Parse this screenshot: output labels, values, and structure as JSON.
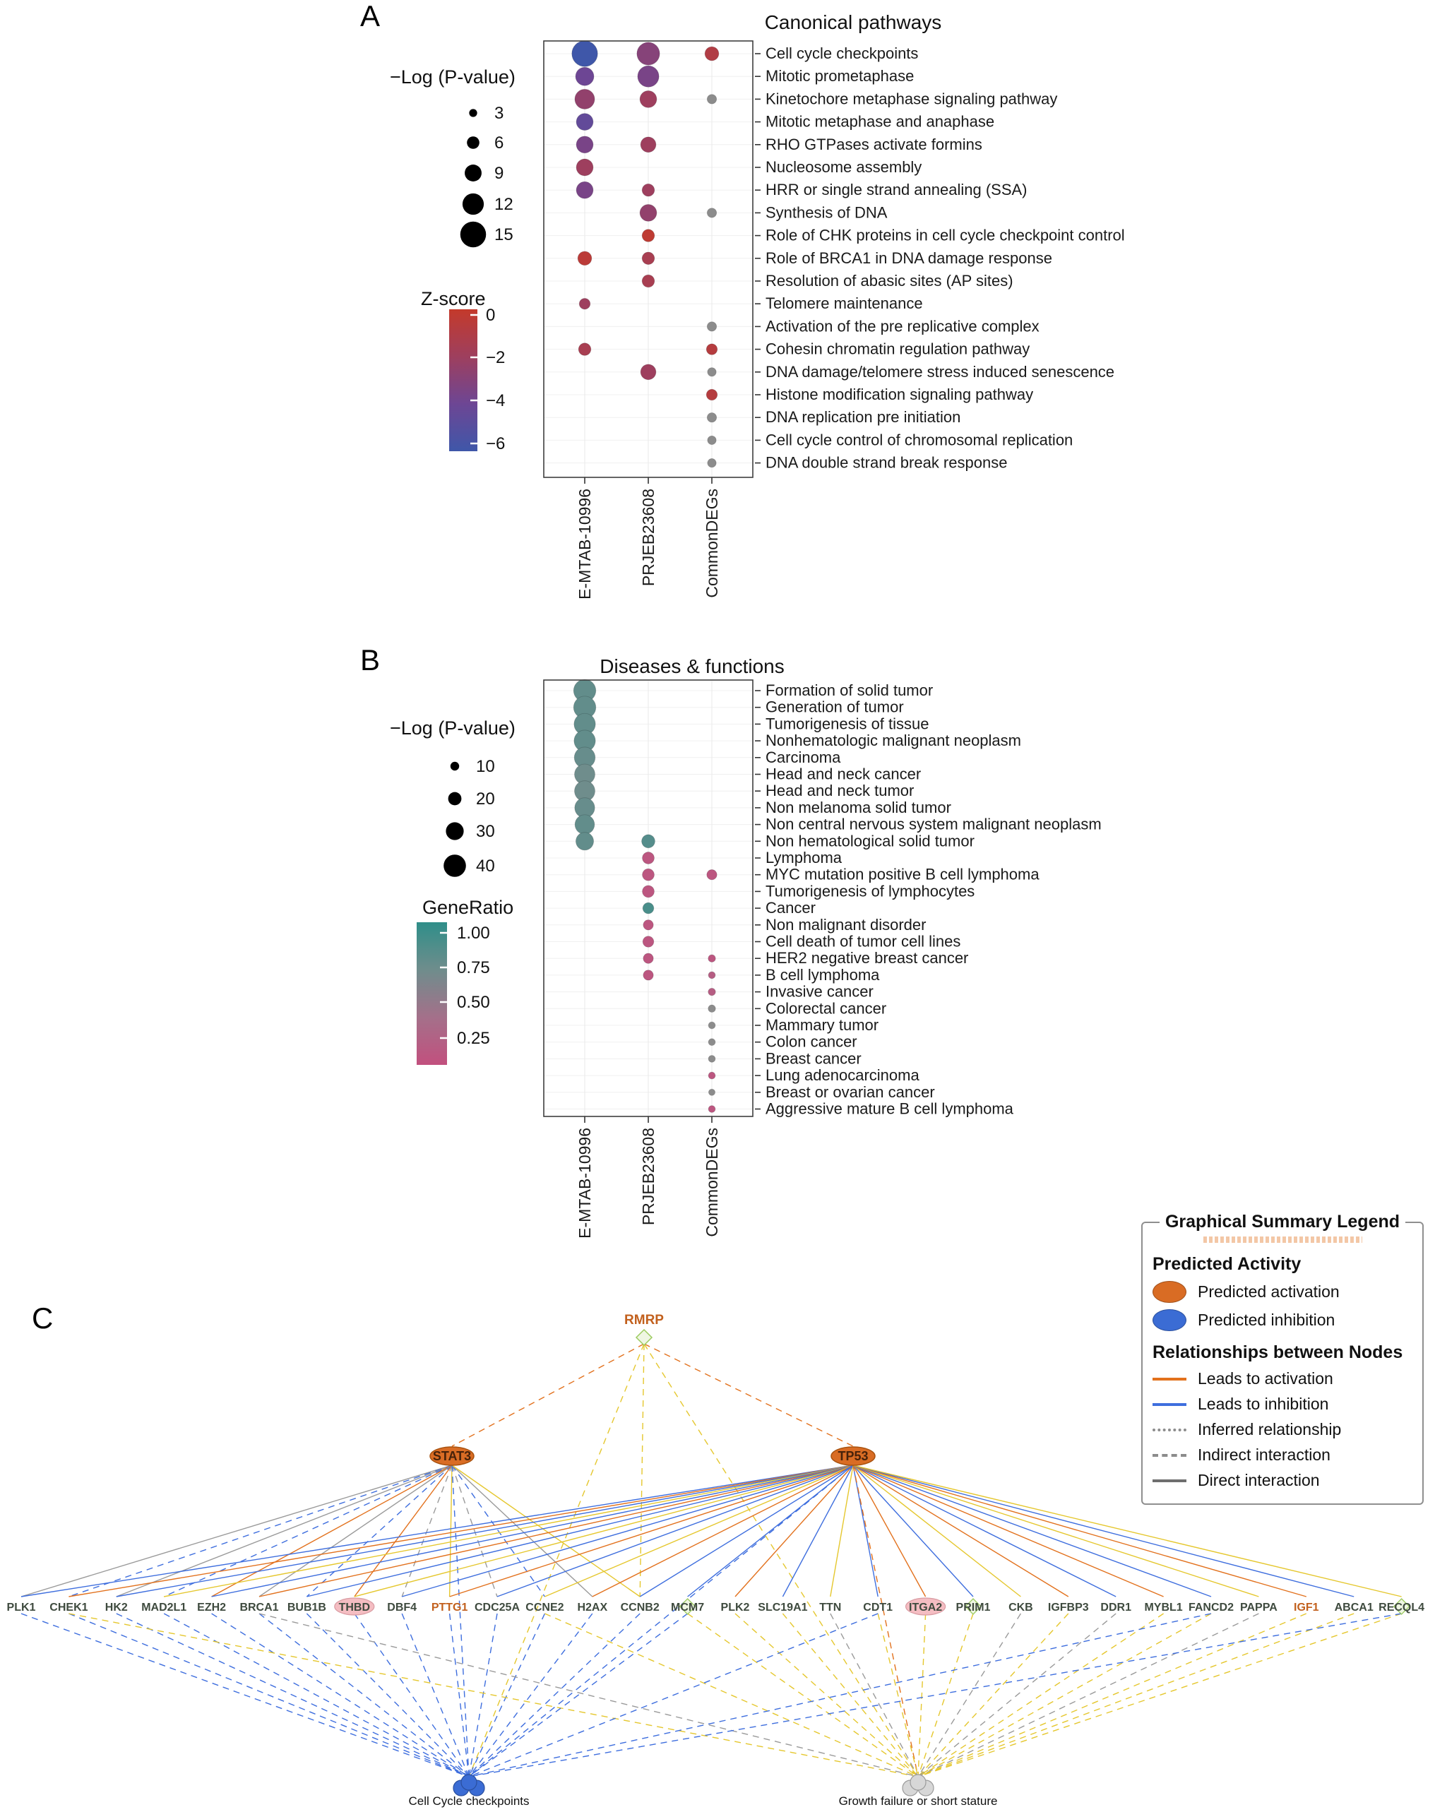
{
  "chart_data": [
    {
      "type": "scatter",
      "subtype": "bubble-matrix",
      "panel_label": "A",
      "title": "Canonical pathways",
      "x_categories": [
        "E-MTAB-10996",
        "PRJEB23608",
        "CommonDEGs"
      ],
      "y_categories": [
        "Cell cycle checkpoints",
        "Mitotic prometaphase",
        "Kinetochore metaphase signaling pathway",
        "Mitotic metaphase and anaphase",
        "RHO GTPases activate formins",
        "Nucleosome assembly",
        "HRR or single strand annealing (SSA)",
        "Synthesis of DNA",
        "Role of CHK proteins in cell cycle checkpoint control",
        "Role of BRCA1 in DNA damage response",
        "Resolution of abasic sites (AP sites)",
        "Telomere maintenance",
        "Activation of the pre replicative complex",
        "Cohesin chromatin regulation pathway",
        "DNA damage/telomere stress induced senescence",
        "Histone modification signaling pathway",
        "DNA replication pre initiation",
        "Cell cycle control of chromosomal replication",
        "DNA double strand break response"
      ],
      "size_legend": {
        "title": "−Log (P-value)",
        "values": [
          3,
          6,
          9,
          12,
          15
        ]
      },
      "color_legend": {
        "title": "Z-score",
        "ticks": [
          "0",
          "−2",
          "−4",
          "−6"
        ],
        "stops": [
          [
            0,
            "#c43a2b"
          ],
          [
            -2,
            "#9e3f5e"
          ],
          [
            -4,
            "#6d4694"
          ],
          [
            -6,
            "#3f57a9"
          ]
        ],
        "na_color": "#8c8c8c"
      },
      "points_format": [
        "dataset_index",
        "row_index",
        "neg_log_pvalue",
        "z_score_or_null"
      ],
      "points": [
        [
          0,
          0,
          15,
          -6
        ],
        [
          0,
          1,
          10,
          -4
        ],
        [
          0,
          2,
          11,
          -2.5
        ],
        [
          0,
          3,
          9,
          -4.5
        ],
        [
          0,
          4,
          9,
          -3.5
        ],
        [
          0,
          5,
          9,
          -2
        ],
        [
          0,
          6,
          9,
          -3.5
        ],
        [
          0,
          9,
          7,
          -0.5
        ],
        [
          0,
          11,
          5,
          -2
        ],
        [
          0,
          13,
          6,
          -1.5
        ],
        [
          1,
          0,
          13,
          -3
        ],
        [
          1,
          1,
          12,
          -3.5
        ],
        [
          1,
          2,
          9,
          -2
        ],
        [
          1,
          4,
          8,
          -2
        ],
        [
          1,
          6,
          6,
          -2
        ],
        [
          1,
          7,
          9,
          -2.5
        ],
        [
          1,
          8,
          6,
          -0.3
        ],
        [
          1,
          9,
          6,
          -1.5
        ],
        [
          1,
          10,
          6,
          -1.5
        ],
        [
          1,
          14,
          8,
          -2
        ],
        [
          2,
          0,
          7,
          -1
        ],
        [
          2,
          2,
          4,
          null
        ],
        [
          2,
          7,
          4,
          null
        ],
        [
          2,
          12,
          4,
          null
        ],
        [
          2,
          13,
          5,
          -0.8
        ],
        [
          2,
          14,
          3.5,
          null
        ],
        [
          2,
          15,
          5,
          -0.8
        ],
        [
          2,
          16,
          4,
          null
        ],
        [
          2,
          17,
          3.5,
          null
        ],
        [
          2,
          18,
          3.5,
          null
        ]
      ]
    },
    {
      "type": "scatter",
      "subtype": "bubble-matrix",
      "panel_label": "B",
      "title": "Diseases & functions",
      "x_categories": [
        "E-MTAB-10996",
        "PRJEB23608",
        "CommonDEGs"
      ],
      "y_categories": [
        "Formation of solid tumor",
        "Generation of tumor",
        "Tumorigenesis of tissue",
        "Nonhematologic malignant neoplasm",
        "Carcinoma",
        "Head and neck cancer",
        "Head and neck tumor",
        "Non melanoma solid tumor",
        "Non central nervous system malignant neoplasm",
        "Non hematological solid tumor",
        "Lymphoma",
        "MYC mutation positive B cell lymphoma",
        "Tumorigenesis of lymphocytes",
        "Cancer",
        "Non malignant disorder",
        "Cell death of tumor cell lines",
        "HER2 negative breast cancer",
        "B cell lymphoma",
        "Invasive cancer",
        "Colorectal cancer",
        "Mammary tumor",
        "Colon cancer",
        "Breast cancer",
        "Lung adenocarcinoma",
        "Breast or ovarian cancer",
        "Aggressive mature B cell lymphoma"
      ],
      "size_legend": {
        "title": "−Log (P-value)",
        "values": [
          10,
          20,
          30,
          40
        ]
      },
      "color_legend": {
        "title": "GeneRatio",
        "ticks": [
          "1.00",
          "0.75",
          "0.50",
          "0.25"
        ],
        "stops": [
          [
            1.0,
            "#2f8e89"
          ],
          [
            0.75,
            "#6f8d8c"
          ],
          [
            0.5,
            "#a4708a"
          ],
          [
            0.25,
            "#c2507e"
          ]
        ],
        "na_color": "#8c8c8c"
      },
      "points_format": [
        "dataset_index",
        "row_index",
        "neg_log_pvalue",
        "gene_ratio_or_null"
      ],
      "points": [
        [
          0,
          0,
          40,
          0.8
        ],
        [
          0,
          1,
          40,
          0.8
        ],
        [
          0,
          2,
          38,
          0.8
        ],
        [
          0,
          3,
          38,
          0.8
        ],
        [
          0,
          4,
          37,
          0.78
        ],
        [
          0,
          5,
          36,
          0.75
        ],
        [
          0,
          6,
          36,
          0.75
        ],
        [
          0,
          7,
          35,
          0.78
        ],
        [
          0,
          8,
          34,
          0.8
        ],
        [
          0,
          9,
          30,
          0.8
        ],
        [
          1,
          9,
          20,
          0.85
        ],
        [
          1,
          10,
          17,
          0.3
        ],
        [
          1,
          11,
          17,
          0.3
        ],
        [
          1,
          12,
          17,
          0.3
        ],
        [
          1,
          13,
          15,
          0.9
        ],
        [
          1,
          14,
          13,
          0.3
        ],
        [
          1,
          15,
          15,
          0.3
        ],
        [
          1,
          16,
          13,
          0.3
        ],
        [
          1,
          17,
          13,
          0.3
        ],
        [
          2,
          11,
          13,
          0.3
        ],
        [
          2,
          16,
          7,
          0.3
        ],
        [
          2,
          17,
          6,
          0.35
        ],
        [
          2,
          18,
          7,
          0.35
        ],
        [
          2,
          19,
          7,
          null
        ],
        [
          2,
          20,
          6,
          null
        ],
        [
          2,
          21,
          6,
          null
        ],
        [
          2,
          22,
          6,
          null
        ],
        [
          2,
          23,
          6,
          0.3
        ],
        [
          2,
          24,
          5,
          null
        ],
        [
          2,
          25,
          6,
          0.3
        ]
      ]
    }
  ],
  "network": {
    "panel_label": "C",
    "edge_colors": {
      "orange": "#e2711d",
      "blue": "#3e6ede",
      "yellow": "#e5c72e",
      "gray": "#9a9a9a"
    },
    "nodes": {
      "top_regulator": {
        "id": "RMRP",
        "shape": "diamond-green",
        "label_color": "#c2601d"
      },
      "mid_regulators": [
        {
          "id": "STAT3",
          "shape": "ellipse-orange",
          "activity": "predicted activation"
        },
        {
          "id": "TP53",
          "shape": "ellipse-orange",
          "activity": "predicted activation"
        }
      ],
      "genes": [
        {
          "id": "PLK1"
        },
        {
          "id": "CHEK1"
        },
        {
          "id": "HK2"
        },
        {
          "id": "MAD2L1"
        },
        {
          "id": "EZH2"
        },
        {
          "id": "BRCA1"
        },
        {
          "id": "BUB1B"
        },
        {
          "id": "THBD",
          "shape": "ellipse-pink"
        },
        {
          "id": "DBF4"
        },
        {
          "id": "PTTG1",
          "label_color": "#c2601d"
        },
        {
          "id": "CDC25A"
        },
        {
          "id": "CCNE2"
        },
        {
          "id": "H2AX"
        },
        {
          "id": "CCNB2"
        },
        {
          "id": "MCM7",
          "shape": "diamond-green"
        },
        {
          "id": "PLK2"
        },
        {
          "id": "SLC19A1"
        },
        {
          "id": "TTN"
        },
        {
          "id": "CDT1"
        },
        {
          "id": "ITGA2",
          "shape": "ellipse-pink"
        },
        {
          "id": "PRIM1",
          "shape": "diamond-green"
        },
        {
          "id": "CKB"
        },
        {
          "id": "IGFBP3"
        },
        {
          "id": "DDR1"
        },
        {
          "id": "MYBL1"
        },
        {
          "id": "FANCD2"
        },
        {
          "id": "PAPPA"
        },
        {
          "id": "IGF1",
          "label_color": "#c2601d"
        },
        {
          "id": "ABCA1"
        },
        {
          "id": "RECQL4",
          "shape": "diamond-green"
        }
      ],
      "functions": [
        {
          "id": "cc",
          "label": "Cell Cycle checkpoints",
          "state": "predicted inhibition",
          "color": "#3b6cd4",
          "stroke": "#2a4f9e"
        },
        {
          "id": "gf",
          "label": "Growth failure or short stature",
          "state": "neutral",
          "color": "#d7d7d7",
          "stroke": "#9b9b9b"
        }
      ]
    },
    "edges_format": [
      "from",
      "to",
      "color",
      "style"
    ],
    "edges": [
      [
        "RMRP",
        "STAT3",
        "orange",
        "dashed"
      ],
      [
        "RMRP",
        "TP53",
        "orange",
        "dashed"
      ],
      [
        "RMRP",
        "CCNB2",
        "yellow",
        "dashed"
      ],
      [
        "RMRP",
        "cc",
        "yellow",
        "dashed"
      ],
      [
        "RMRP",
        "gf",
        "yellow",
        "dashed"
      ],
      [
        "STAT3",
        "PLK1",
        "gray",
        "solid"
      ],
      [
        "STAT3",
        "CHEK1",
        "blue",
        "dashed"
      ],
      [
        "STAT3",
        "HK2",
        "gray",
        "solid"
      ],
      [
        "STAT3",
        "MAD2L1",
        "blue",
        "dashed"
      ],
      [
        "STAT3",
        "EZH2",
        "orange",
        "solid"
      ],
      [
        "STAT3",
        "BRCA1",
        "gray",
        "solid"
      ],
      [
        "STAT3",
        "BUB1B",
        "blue",
        "dashed"
      ],
      [
        "STAT3",
        "THBD",
        "orange",
        "solid"
      ],
      [
        "STAT3",
        "DBF4",
        "gray",
        "dashed"
      ],
      [
        "STAT3",
        "PTTG1",
        "yellow",
        "solid"
      ],
      [
        "STAT3",
        "CDC25A",
        "gray",
        "dashed"
      ],
      [
        "STAT3",
        "CCNE2",
        "blue",
        "dashed"
      ],
      [
        "STAT3",
        "H2AX",
        "gray",
        "solid"
      ],
      [
        "STAT3",
        "CCNB2",
        "yellow",
        "solid"
      ],
      [
        "STAT3",
        "cc",
        "blue",
        "dashed"
      ],
      [
        "TP53",
        "PLK1",
        "blue",
        "solid"
      ],
      [
        "TP53",
        "CHEK1",
        "orange",
        "solid"
      ],
      [
        "TP53",
        "HK2",
        "blue",
        "solid"
      ],
      [
        "TP53",
        "MAD2L1",
        "yellow",
        "solid"
      ],
      [
        "TP53",
        "EZH2",
        "blue",
        "solid"
      ],
      [
        "TP53",
        "BRCA1",
        "orange",
        "solid"
      ],
      [
        "TP53",
        "BUB1B",
        "blue",
        "solid"
      ],
      [
        "TP53",
        "THBD",
        "yellow",
        "solid"
      ],
      [
        "TP53",
        "DBF4",
        "blue",
        "solid"
      ],
      [
        "TP53",
        "PTTG1",
        "orange",
        "solid"
      ],
      [
        "TP53",
        "CDC25A",
        "blue",
        "solid"
      ],
      [
        "TP53",
        "CCNE2",
        "yellow",
        "solid"
      ],
      [
        "TP53",
        "H2AX",
        "orange",
        "solid"
      ],
      [
        "TP53",
        "CCNB2",
        "blue",
        "solid"
      ],
      [
        "TP53",
        "MCM7",
        "blue",
        "solid"
      ],
      [
        "TP53",
        "PLK2",
        "orange",
        "solid"
      ],
      [
        "TP53",
        "SLC19A1",
        "blue",
        "solid"
      ],
      [
        "TP53",
        "TTN",
        "yellow",
        "solid"
      ],
      [
        "TP53",
        "CDT1",
        "blue",
        "solid"
      ],
      [
        "TP53",
        "ITGA2",
        "orange",
        "solid"
      ],
      [
        "TP53",
        "PRIM1",
        "blue",
        "solid"
      ],
      [
        "TP53",
        "CKB",
        "yellow",
        "solid"
      ],
      [
        "TP53",
        "IGFBP3",
        "orange",
        "solid"
      ],
      [
        "TP53",
        "DDR1",
        "blue",
        "solid"
      ],
      [
        "TP53",
        "MYBL1",
        "orange",
        "solid"
      ],
      [
        "TP53",
        "FANCD2",
        "blue",
        "solid"
      ],
      [
        "TP53",
        "PAPPA",
        "yellow",
        "solid"
      ],
      [
        "TP53",
        "IGF1",
        "orange",
        "solid"
      ],
      [
        "TP53",
        "ABCA1",
        "blue",
        "solid"
      ],
      [
        "TP53",
        "RECQL4",
        "yellow",
        "solid"
      ],
      [
        "TP53",
        "cc",
        "blue",
        "dashed"
      ],
      [
        "TP53",
        "gf",
        "orange",
        "dashed"
      ],
      [
        "PLK1",
        "cc",
        "blue",
        "dashed"
      ],
      [
        "CHEK1",
        "cc",
        "blue",
        "dashed"
      ],
      [
        "HK2",
        "cc",
        "blue",
        "dashed"
      ],
      [
        "MAD2L1",
        "cc",
        "blue",
        "dashed"
      ],
      [
        "EZH2",
        "cc",
        "blue",
        "dashed"
      ],
      [
        "BRCA1",
        "cc",
        "blue",
        "dashed"
      ],
      [
        "BUB1B",
        "cc",
        "blue",
        "dashed"
      ],
      [
        "THBD",
        "cc",
        "blue",
        "dashed"
      ],
      [
        "DBF4",
        "cc",
        "blue",
        "dashed"
      ],
      [
        "PTTG1",
        "cc",
        "blue",
        "dashed"
      ],
      [
        "CDC25A",
        "cc",
        "blue",
        "dashed"
      ],
      [
        "CCNE2",
        "cc",
        "blue",
        "dashed"
      ],
      [
        "H2AX",
        "cc",
        "blue",
        "dashed"
      ],
      [
        "CCNB2",
        "cc",
        "blue",
        "dashed"
      ],
      [
        "MCM7",
        "gf",
        "yellow",
        "dashed"
      ],
      [
        "PLK2",
        "gf",
        "yellow",
        "dashed"
      ],
      [
        "SLC19A1",
        "gf",
        "yellow",
        "dashed"
      ],
      [
        "TTN",
        "gf",
        "gray",
        "dashed"
      ],
      [
        "CDT1",
        "gf",
        "yellow",
        "dashed"
      ],
      [
        "ITGA2",
        "gf",
        "yellow",
        "dashed"
      ],
      [
        "PRIM1",
        "gf",
        "yellow",
        "dashed"
      ],
      [
        "CKB",
        "gf",
        "gray",
        "dashed"
      ],
      [
        "IGFBP3",
        "gf",
        "yellow",
        "dashed"
      ],
      [
        "DDR1",
        "gf",
        "gray",
        "dashed"
      ],
      [
        "MYBL1",
        "gf",
        "yellow",
        "dashed"
      ],
      [
        "FANCD2",
        "gf",
        "yellow",
        "dashed"
      ],
      [
        "PAPPA",
        "gf",
        "gray",
        "dashed"
      ],
      [
        "IGF1",
        "gf",
        "yellow",
        "dashed"
      ],
      [
        "ABCA1",
        "gf",
        "yellow",
        "dashed"
      ],
      [
        "RECQL4",
        "gf",
        "yellow",
        "dashed"
      ],
      [
        "CHEK1",
        "gf",
        "yellow",
        "dashed"
      ],
      [
        "BRCA1",
        "gf",
        "gray",
        "dashed"
      ],
      [
        "CCNE2",
        "gf",
        "yellow",
        "dashed"
      ],
      [
        "MCM7",
        "cc",
        "blue",
        "dashed"
      ],
      [
        "CDT1",
        "cc",
        "blue",
        "dashed"
      ],
      [
        "FANCD2",
        "cc",
        "blue",
        "dashed"
      ],
      [
        "RECQL4",
        "cc",
        "blue",
        "dashed"
      ]
    ],
    "legend": {
      "title": "Graphical Summary Legend",
      "activity_heading": "Predicted Activity",
      "activity_items": [
        {
          "label": "Predicted activation",
          "color": "#d96c24"
        },
        {
          "label": "Predicted inhibition",
          "color": "#3b6cd4"
        }
      ],
      "relationship_heading": "Relationships between Nodes",
      "relationship_items": [
        {
          "label": "Leads to activation",
          "color": "#e2711d",
          "style": "solid"
        },
        {
          "label": "Leads to inhibition",
          "color": "#3e6ede",
          "style": "solid"
        },
        {
          "label": "Inferred relationship",
          "color": "#8c8c8c",
          "style": "dotted"
        },
        {
          "label": "Indirect interaction",
          "color": "#8c8c8c",
          "style": "dashed"
        },
        {
          "label": "Direct interaction",
          "color": "#6e6e6e",
          "style": "solid"
        }
      ]
    }
  }
}
